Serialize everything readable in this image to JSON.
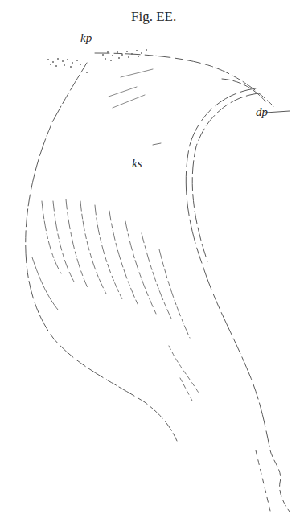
{
  "diagram": {
    "title": "Fig. EE.",
    "labels": [
      "kp",
      "dp",
      "ks"
    ]
  }
}
